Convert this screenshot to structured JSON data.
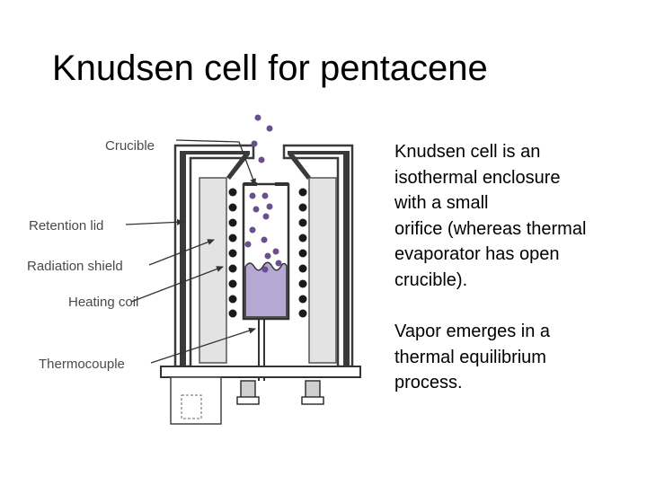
{
  "slide": {
    "title": "Knudsen cell for pentacene"
  },
  "diagram": {
    "labels": {
      "crucible": "Crucible",
      "retention_lid": "Retention lid",
      "radiation_shield": "Radiation shield",
      "heating_coil": "Heating coil",
      "thermocouple": "Thermocouple"
    }
  },
  "description": {
    "paragraph_1": "Knudsen cell is an\nisothermal enclosure\nwith a small\norifice (whereas thermal\nevaporator has open\ncrucible).",
    "paragraph_2": "Vapor emerges in a\nthermal equilibrium\nprocess."
  },
  "colors": {
    "vapor_dots": "#6a4f8f",
    "pentacene_charge": "#b5a9d4",
    "shield_fill": "#e3e3e3",
    "outer_wall": "#3a3a3a"
  }
}
